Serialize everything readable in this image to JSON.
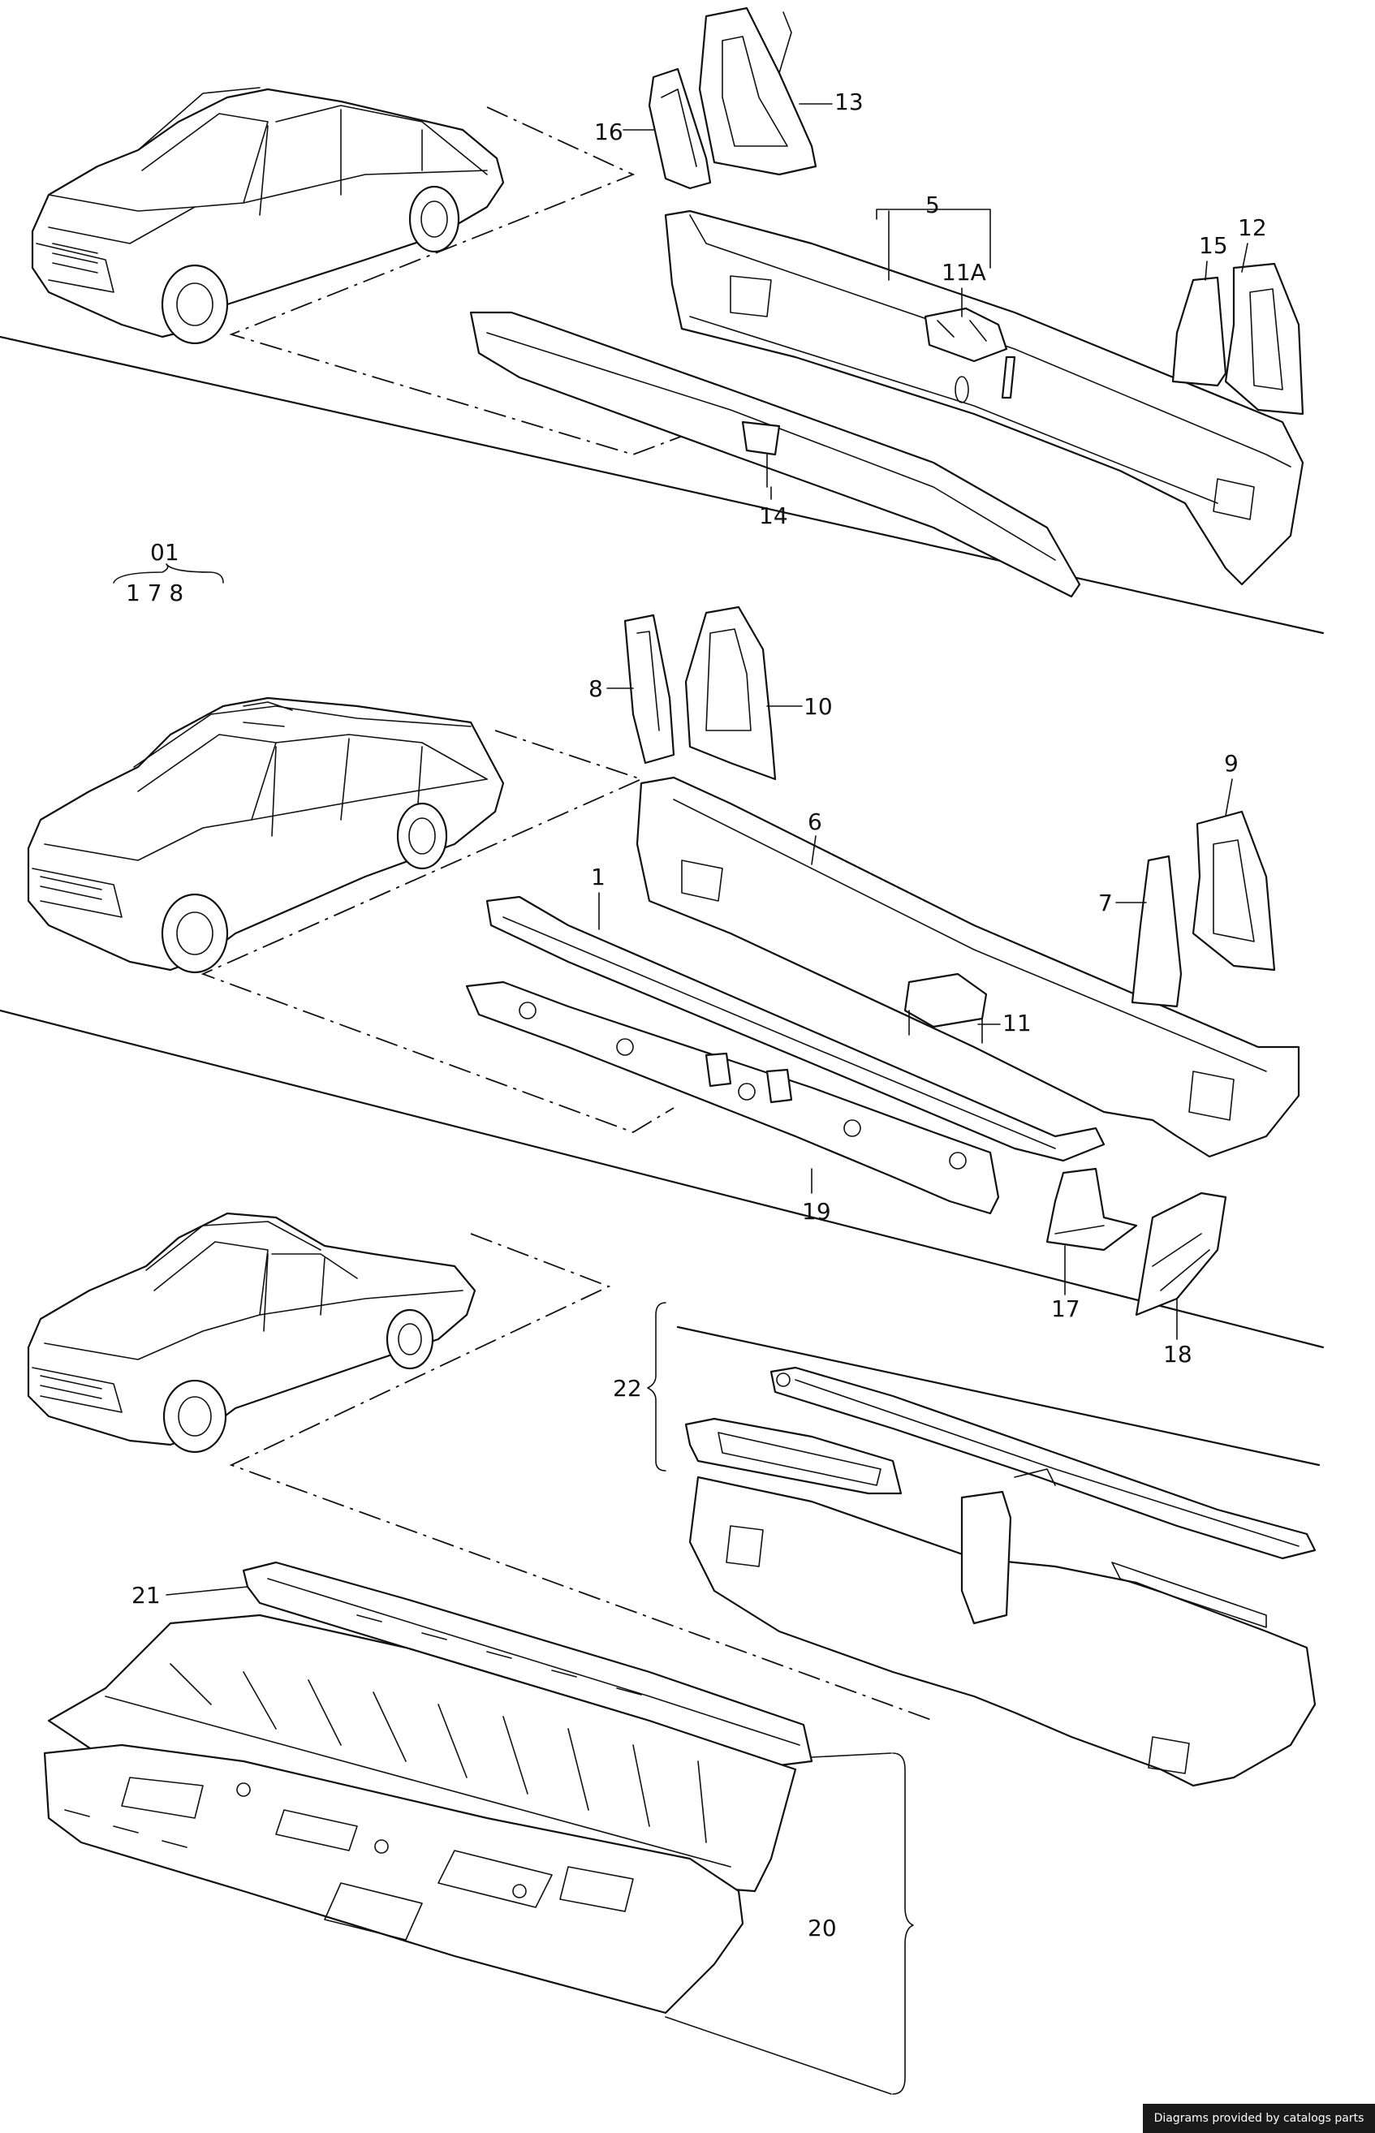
{
  "labels": {
    "l16": "16",
    "l13": "13",
    "l5": "5",
    "l11a": "11A",
    "l15": "15",
    "l12": "12",
    "l14": "14",
    "l01": "01",
    "l178": "1 7 8",
    "l8": "8",
    "l10": "10",
    "l9": "9",
    "l6": "6",
    "l1": "1",
    "l7": "7",
    "l11": "11",
    "l19": "19",
    "l17": "17",
    "l18": "18",
    "l22": "22",
    "l21": "21",
    "l20": "20"
  },
  "credit": "Diagrams provided by catalogs parts"
}
